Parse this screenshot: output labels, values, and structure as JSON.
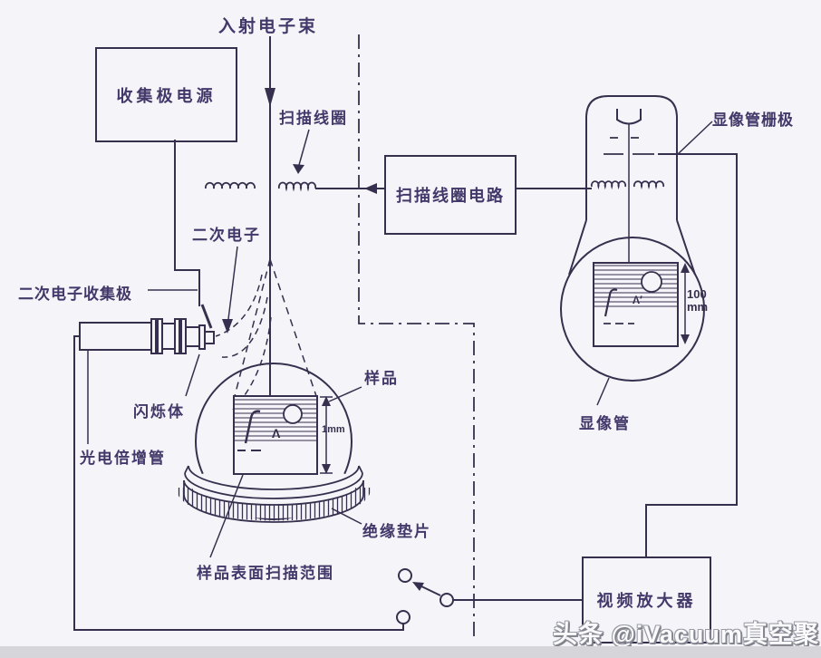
{
  "diagram": {
    "title_hint": "SEM scanning electron microscope schematic",
    "labels": {
      "incident_beam": "入射电子束",
      "scan_coil": "扫描线圈",
      "secondary_electrons": "二次电子",
      "se_collector": "二次电子收集极",
      "scintillator": "闪烁体",
      "pmt": "光电倍增管",
      "sample": "样品",
      "insulator": "绝缘垫片",
      "scan_range": "样品表面扫描范围",
      "crt": "显像管",
      "crt_grid": "显像管栅极",
      "sample_beam_mark": "Λ",
      "crt_beam_mark": "Λ′",
      "dim_sample": "1mm",
      "dim_crt_value": "100",
      "dim_crt_unit": "mm"
    },
    "boxes": {
      "collector_supply": "收集极电源",
      "scan_circuit": "扫描线圈电路",
      "video_amp": "视频放大器"
    },
    "watermark": "头条 @iVacuum真空聚焦",
    "colors": {
      "ink": "#36304e",
      "text": "#43386a",
      "background": "#f5f4f8",
      "footer_bar": "#d6d5da"
    }
  }
}
